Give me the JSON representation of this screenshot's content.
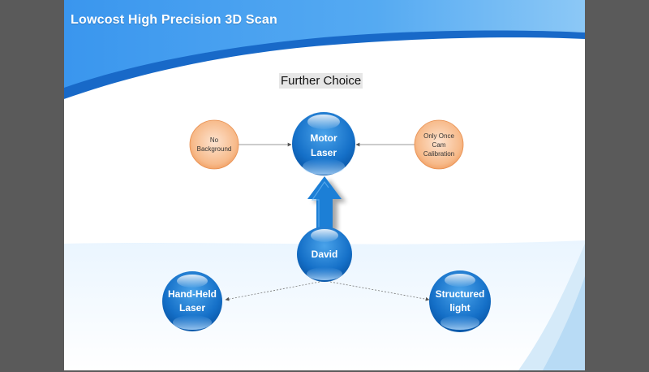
{
  "slide": {
    "title": "Lowcost High Precision 3D Scan",
    "subtitle": "Further Choice"
  },
  "nodes": {
    "motor_laser": {
      "line1": "Motor",
      "line2": "Laser"
    },
    "david": {
      "line1": "David"
    },
    "hand_held": {
      "line1": "Hand-Held",
      "line2": "Laser"
    },
    "structured": {
      "line1": "Structured",
      "line2": "light"
    },
    "no_background": {
      "line1": "No",
      "line2": "Background"
    },
    "calibration": {
      "line1": "Only Once",
      "line2": "Cam",
      "line3": "Calibration"
    }
  },
  "colors": {
    "blue_node": "#1a78d4",
    "orange_node": "#f6a46a",
    "arrow": "#1e7fd6",
    "band": "#1c86e6",
    "frame": "#5a5a5a"
  }
}
